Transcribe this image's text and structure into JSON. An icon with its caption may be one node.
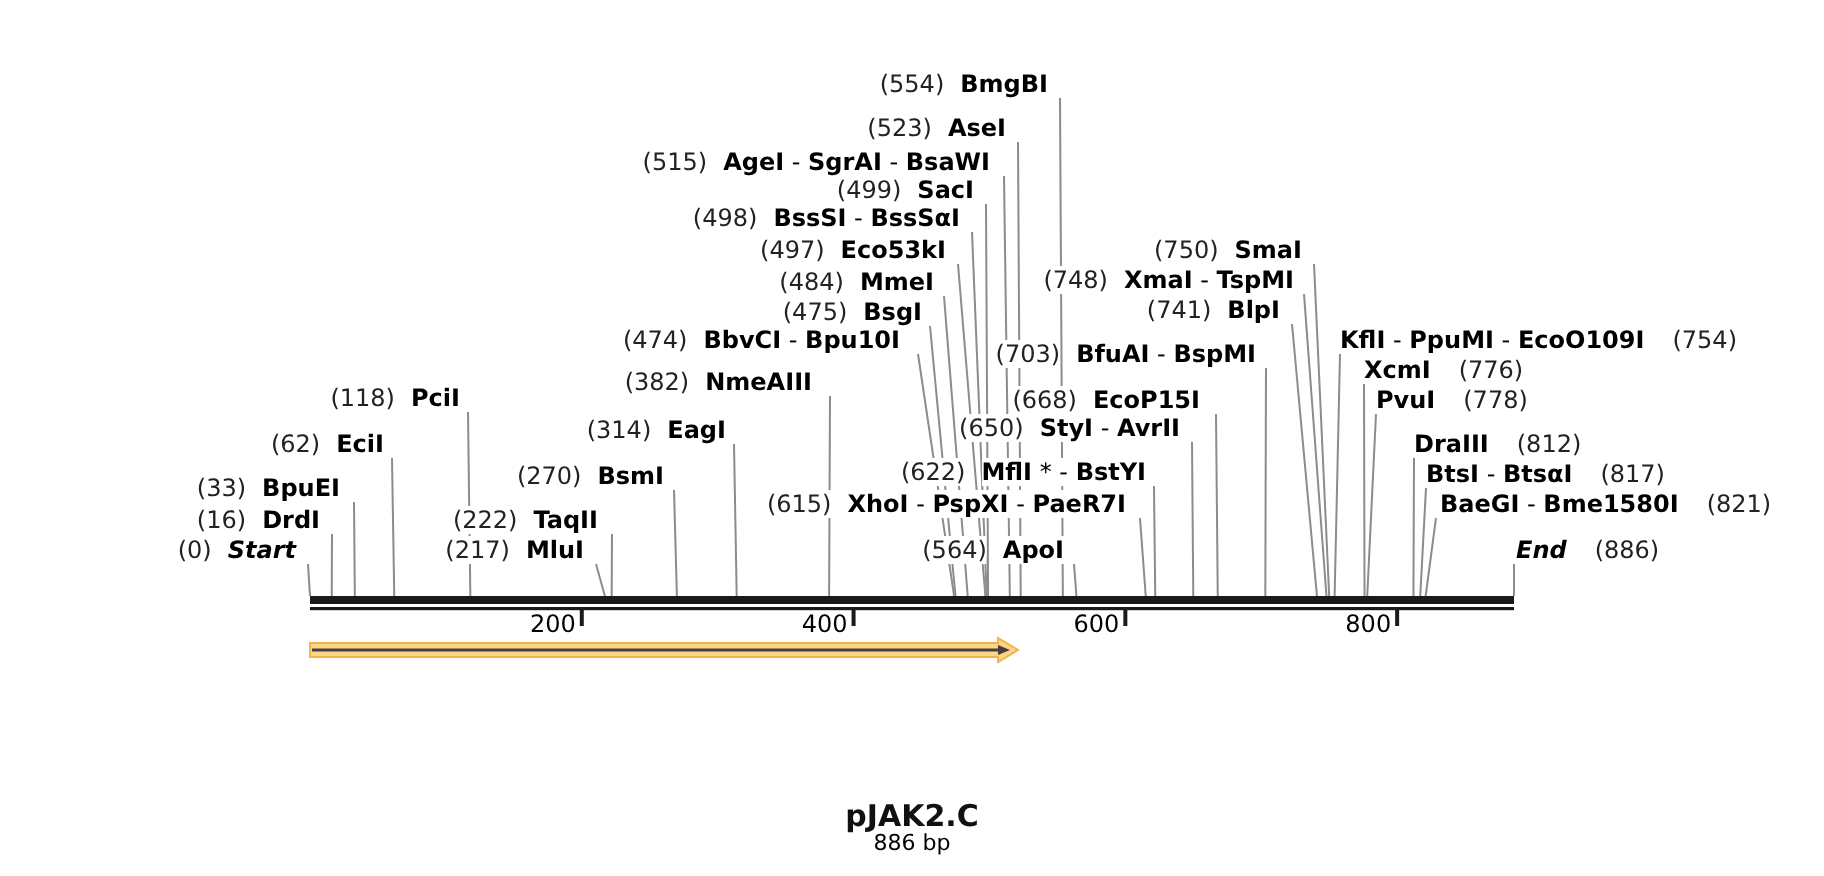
{
  "diagram": {
    "title": "pJAK2.C",
    "nodes": [
      {
        "text": [
          "(554)",
          "BmgBI"
        ]
      },
      {
        "text": [
          "(523)",
          "AseI"
        ]
      },
      {
        "text": [
          "(515)",
          "**AgeI** - **SgrAI** - **BsaWI**"
        ]
      },
      {
        "text": [
          "(499)",
          "SacI"
        ]
      },
      {
        "text": [
          "(498)",
          "**BssSI** - **BssSαI**"
        ]
      },
      {
        "text": [
          "(497)",
          "Eco53kI"
        ]
      },
      {
        "text": [
          "(750)",
          "SmaI"
        ]
      },
      {
        "text": [
          "(484)",
          "MmeI"
        ]
      },
      {
        "text": [
          "(748)",
          "**XmaI** - **TspMI**"
        ]
      },
      {
        "text": [
          "(475)",
          "BsgI"
        ]
      },
      {
        "text": [
          "(741)",
          "BlpI"
        ]
      },
      {
        "text": [
          "(474)",
          "**BbvCI** - **Bpu10I**"
        ]
      },
      {
        "text": [
          "**KflI** - **PpuMI** - **EcoO109I**",
          "(754)"
        ]
      },
      {
        "text": [
          "(703)",
          "**BfuAI** - **BspMI**"
        ]
      },
      {
        "text": [
          "XcmI",
          "(776)"
        ]
      },
      {
        "text": [
          "(382)",
          "NmeAIII"
        ]
      },
      {
        "text": [
          "(118)",
          "PciI"
        ]
      },
      {
        "text": [
          "(668)",
          "EcoP15I"
        ]
      },
      {
        "text": [
          "PvuI",
          "(778)"
        ]
      },
      {
        "text": [
          "(314)",
          "EagI"
        ]
      },
      {
        "text": [
          "(650)",
          "**StyI** - **AvrII**"
        ]
      },
      {
        "text": [
          "(62)",
          "EciI"
        ]
      },
      {
        "text": [
          "DraIII",
          "(812)"
        ]
      },
      {
        "text": [
          "(270)",
          "BsmI"
        ]
      },
      {
        "text": [
          "(622)",
          "**MflI** * - **BstYI**"
        ]
      },
      {
        "text": [
          "**BtsI** - **BtsαI**",
          "(817)"
        ]
      },
      {
        "text": [
          "(33)",
          "BpuEI"
        ]
      },
      {
        "text": [
          "(615)",
          "**XhoI** - **PspXI** - **PaeR7I**"
        ]
      },
      {
        "text": [
          "**BaeGI** - **Bme1580I**",
          "(821)"
        ]
      },
      {
        "text": [
          "(16)",
          "DrdI"
        ]
      },
      {
        "text": [
          "(222)",
          "TaqII"
        ]
      },
      {
        "text": [
          "(0)",
          "Start"
        ]
      },
      {
        "text": [
          "(217)",
          "MluI"
        ]
      },
      {
        "text": [
          "(564)",
          "ApoI"
        ]
      },
      {
        "text": [
          "End",
          "(886)"
        ]
      },
      {
        "text": [],
        "shape": "bar"
      }
    ],
    "edges": [
      {
        "from": 0,
        "to": 35,
        "arrow": "none"
      },
      {
        "from": 1,
        "to": 35,
        "arrow": "none"
      },
      {
        "from": 2,
        "to": 35,
        "arrow": "none"
      },
      {
        "from": 3,
        "to": 35,
        "arrow": "none"
      },
      {
        "from": 4,
        "to": 35,
        "arrow": "none"
      },
      {
        "from": 5,
        "to": 35,
        "arrow": "none"
      },
      {
        "from": 6,
        "to": 35,
        "arrow": "none"
      },
      {
        "from": 7,
        "to": 35,
        "arrow": "none"
      },
      {
        "from": 8,
        "to": 35,
        "arrow": "none"
      },
      {
        "from": 9,
        "to": 35,
        "arrow": "none"
      },
      {
        "from": 10,
        "to": 35,
        "arrow": "none"
      },
      {
        "from": 11,
        "to": 35,
        "arrow": "none"
      },
      {
        "from": 12,
        "to": 35,
        "arrow": "none"
      },
      {
        "from": 13,
        "to": 35,
        "arrow": "none"
      },
      {
        "from": 14,
        "to": 35,
        "arrow": "none"
      },
      {
        "from": 15,
        "to": 35,
        "arrow": "none"
      },
      {
        "from": 16,
        "to": 35,
        "arrow": "none"
      },
      {
        "from": 17,
        "to": 35,
        "arrow": "none"
      },
      {
        "from": 18,
        "to": 35,
        "arrow": "none"
      },
      {
        "from": 19,
        "to": 35,
        "arrow": "none"
      },
      {
        "from": 20,
        "to": 35,
        "arrow": "none"
      },
      {
        "from": 21,
        "to": 35,
        "arrow": "none"
      },
      {
        "from": 22,
        "to": 35,
        "arrow": "none"
      },
      {
        "from": 23,
        "to": 35,
        "arrow": "none"
      },
      {
        "from": 24,
        "to": 35,
        "arrow": "none"
      },
      {
        "from": 25,
        "to": 35,
        "arrow": "none"
      },
      {
        "from": 26,
        "to": 35,
        "arrow": "none"
      },
      {
        "from": 27,
        "to": 35,
        "arrow": "none"
      },
      {
        "from": 28,
        "to": 35,
        "arrow": "none"
      },
      {
        "from": 29,
        "to": 35,
        "arrow": "none"
      },
      {
        "from": 30,
        "to": 35,
        "arrow": "none"
      },
      {
        "from": 31,
        "to": 35,
        "arrow": "none"
      },
      {
        "from": 32,
        "to": 35,
        "arrow": "none"
      },
      {
        "from": 33,
        "to": 35,
        "arrow": "none"
      },
      {
        "from": 34,
        "to": 35,
        "arrow": "none"
      }
    ],
    "labels": [
      "200",
      "400",
      "600",
      "800",
      "886 bp"
    ]
  }
}
